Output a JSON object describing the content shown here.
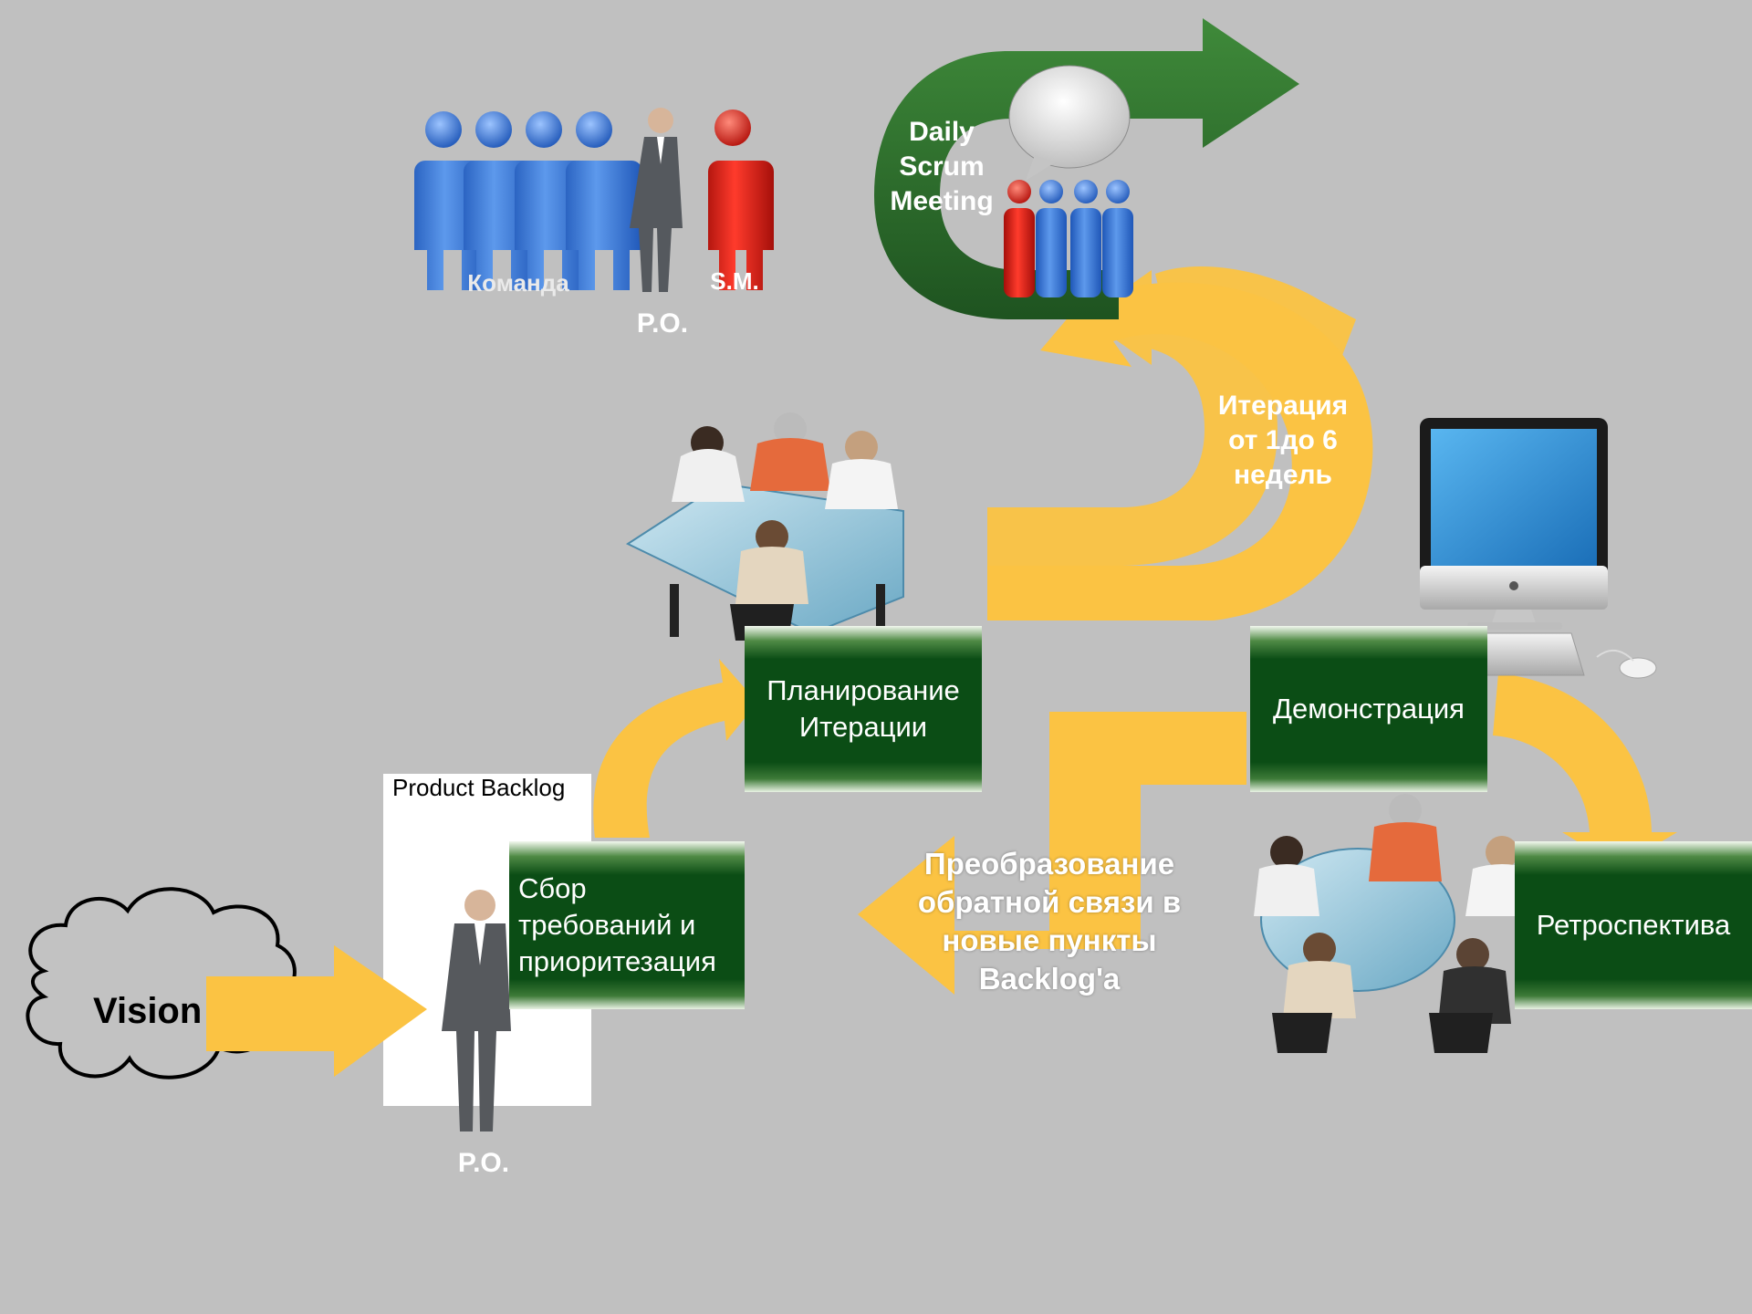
{
  "colors": {
    "background": "#c0c0c0",
    "arrow_yellow": "#fbc343",
    "process_green": "#0b4d15",
    "scrum_arrow_green": "#2f6c2d",
    "team_blue": "#3b78d6",
    "scrum_master_red": "#e01a12"
  },
  "icons": {
    "team": "people-group-icon",
    "product_owner": "businessman-icon",
    "scrum_master": "person-red-icon",
    "speech": "speech-bubble-icon",
    "meeting": "meeting-table-icon",
    "computer": "desktop-computer-icon",
    "vision": "cloud-icon"
  },
  "team": {
    "team_label": "Команда",
    "scrum_master_label": "S.M.",
    "product_owner_label": "P.O."
  },
  "daily_scrum": {
    "label": "Daily\nScrum\nMeeting"
  },
  "iteration": {
    "label": "Итерация\nот 1до 6\nнедель"
  },
  "stages": {
    "planning": "Планирование\nИтерации",
    "demo": "Демонстрация",
    "requirements": "Сбор\nтребований и\nприоритезация",
    "retrospective": "Ретроспектива"
  },
  "backlog": {
    "title": "Product Backlog",
    "owner_label": "P.O."
  },
  "feedback": {
    "label": "Преобразование\nобратной связи в\nновые пункты\nBacklog'a"
  },
  "vision": {
    "label": "Vision"
  }
}
